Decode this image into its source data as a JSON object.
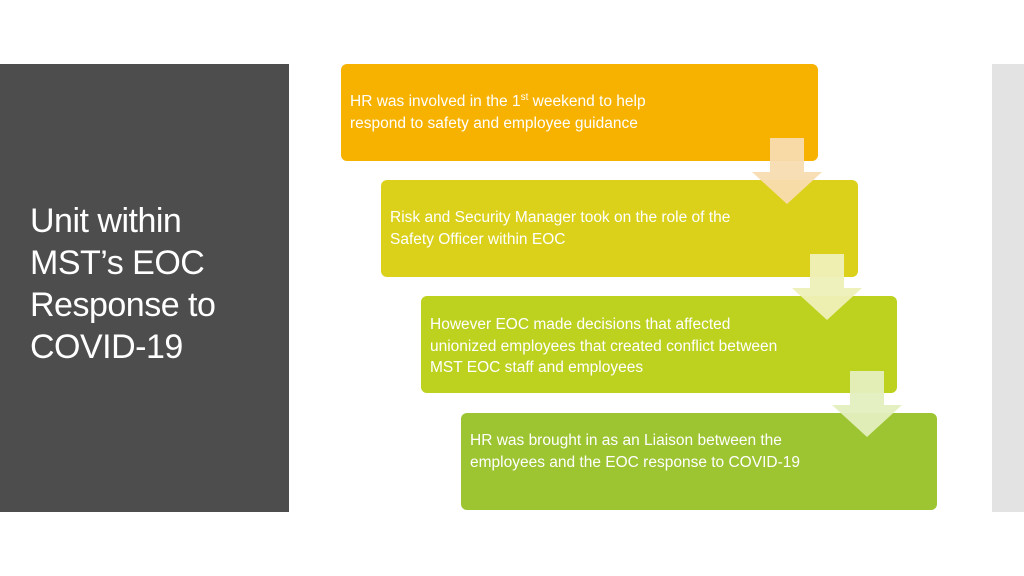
{
  "slide": {
    "title_lines": [
      "Unit within",
      "MST’s EOC",
      "Response to",
      "COVID-19"
    ]
  },
  "steps": [
    {
      "line1_before": "HR was involved in the 1",
      "line1_sup": "st",
      "line1_after": " weekend to help",
      "line2": "respond to safety and employee guidance",
      "color": "#f7b200"
    },
    {
      "text": "Risk and Security Manager took on the role of the Safety Officer within EOC",
      "color": "#dcd11a"
    },
    {
      "text": "However EOC made decisions that affected unionized employees that created conflict between MST EOC staff and employees",
      "color": "#bdd11f"
    },
    {
      "text": "HR was brought in as an Liaison between the employees and the EOC response to COVID-19",
      "color": "#9dc431"
    }
  ],
  "colors": {
    "left_panel": "#4d4d4d",
    "right_strip": "#e3e3e3",
    "arrow_1": "#f8dcb0",
    "arrow_2": "#eef0b8",
    "arrow_3": "#e4efbf"
  },
  "icons": [
    "down-arrow-icon",
    "down-arrow-icon",
    "down-arrow-icon"
  ]
}
